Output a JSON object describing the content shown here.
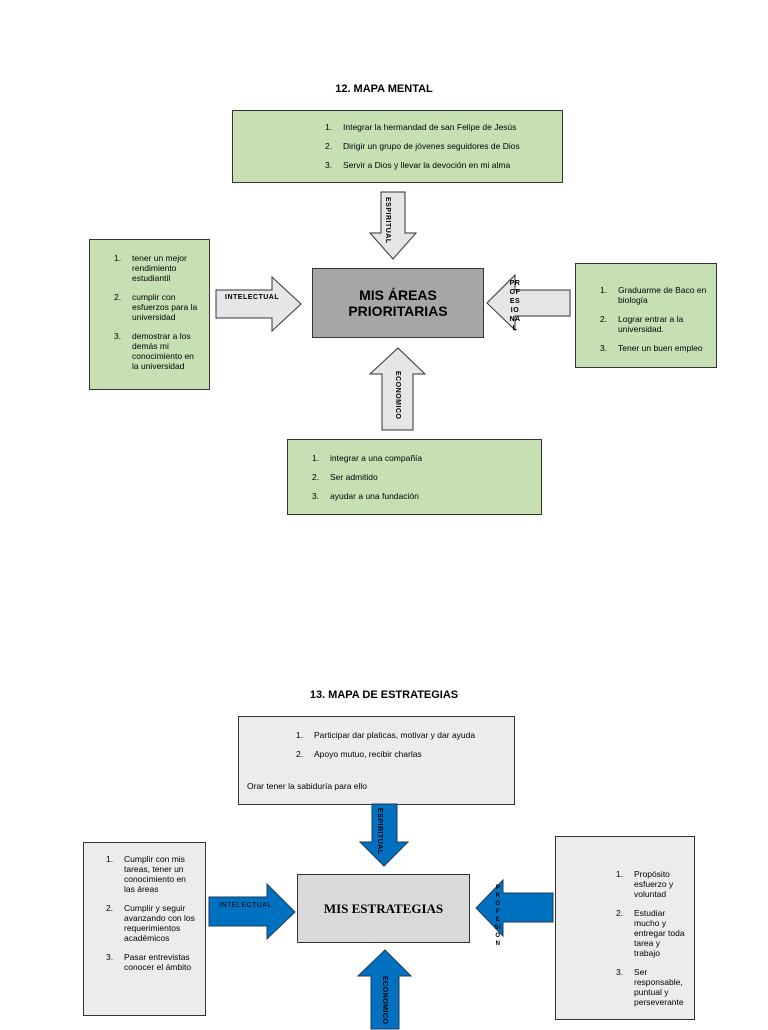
{
  "map1": {
    "title": "12. MAPA MENTAL",
    "center": "MIS ÁREAS PRIORITARIAS",
    "spiritual": {
      "label": "ESPIRITUAL",
      "items": [
        "Integrar la hermandad de san Felipe de Jesús",
        "Dirigir un grupo de jóvenes seguidores de Dios",
        "Servir a Dios y llevar la devoción en mi alma"
      ]
    },
    "intellectual": {
      "label": "INTELECTUAL",
      "items": [
        "tener un mejor rendimiento estudiantil",
        "cumplir con esfuerzos para la universidad",
        "demostrar a los demás mi conocimiento en la universidad"
      ]
    },
    "professional": {
      "label": "PROFESIONAL",
      "items": [
        "Graduarme de Baco en biología",
        "Lograr entrar a la universidad.",
        "Tener un buen empleo"
      ]
    },
    "economic": {
      "label": "ECONOMICO",
      "items": [
        "integrar a una compañía",
        "Ser admitido",
        "ayudar a una fundación"
      ]
    }
  },
  "map2": {
    "title": "13. MAPA DE ESTRATEGIAS",
    "center": "MIS ESTRATEGIAS",
    "spiritual": {
      "label": "ESPIRITUAL",
      "items": [
        "Participar dar platicas, motivar y dar ayuda",
        "Apoyo mutuo, recibir charlas"
      ],
      "note": "Orar tener la sabiduría para ello"
    },
    "intellectual": {
      "label": "INTELECTUAL",
      "items": [
        "Cumplir con mis tareas, tener un conocimiento en las áreas",
        "Cumplir y seguir avanzando con los requerimientos académicos",
        "Pasar entrevistas conocer el ámbito"
      ]
    },
    "professional": {
      "label": "PROFESIONAL",
      "items": [
        "Propósito esfuerzo y voluntad",
        "Estudiar mucho y entregar toda tarea y trabajo",
        "Ser responsable, puntual y perseverante"
      ]
    },
    "economic": {
      "label": "ECONOMICO"
    }
  },
  "colors": {
    "green_box": "#c6e0b4",
    "grey_arrow": "#e6e6e6",
    "blue_arrow": "#0070c0",
    "center1": "#a6a6a6",
    "center2": "#d9d9d9"
  }
}
